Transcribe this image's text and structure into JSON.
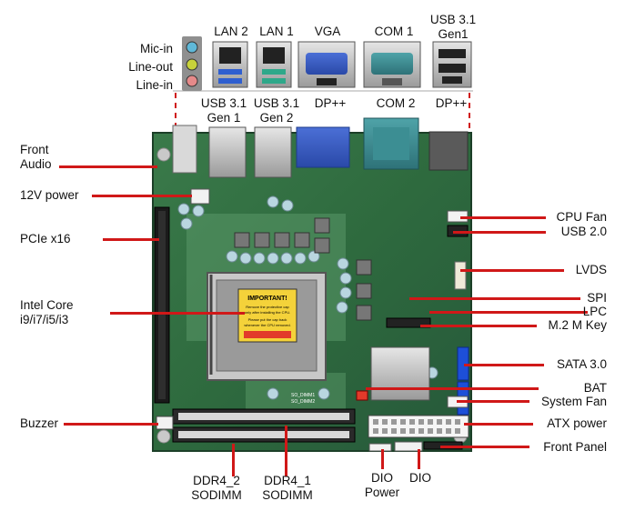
{
  "labels": {
    "mic_in": "Mic-in",
    "line_out": "Line-out",
    "line_in": "Line-in",
    "lan2": "LAN 2",
    "lan1": "LAN 1",
    "vga": "VGA",
    "com1": "COM 1",
    "usb31_gen1_top_1": "USB 3.1",
    "usb31_gen1_top_2": "Gen1",
    "usb31_gen1_1": "USB 3.1",
    "usb31_gen1_2": "Gen 1",
    "usb31_gen2_1": "USB 3.1",
    "usb31_gen2_2": "Gen 2",
    "dp_left": "DP++",
    "com2": "COM 2",
    "dp_right": "DP++",
    "front_audio_1": "Front",
    "front_audio_2": "Audio",
    "power_12v": "12V power",
    "pcie_x16": "PCIe x16",
    "intel_core_1": "Intel Core",
    "intel_core_2": "i9/i7/i5/i3",
    "buzzer": "Buzzer",
    "ddr4_2_1": "DDR4_2",
    "ddr4_2_2": "SODIMM",
    "ddr4_1_1": "DDR4_1",
    "ddr4_1_2": "SODIMM",
    "dio_power_1": "DIO",
    "dio_power_2": "Power",
    "dio": "DIO",
    "cpu_fan": "CPU Fan",
    "usb20": "USB 2.0",
    "lvds": "LVDS",
    "spi": "SPI",
    "lpc": "LPC",
    "m2": "M.2 M Key",
    "sata": "SATA 3.0",
    "bat": "BAT",
    "system_fan": "System Fan",
    "atx_power": "ATX power",
    "front_panel": "Front Panel"
  },
  "board_text": {
    "important": "IMPORTANT!",
    "socket_note_1": "Remove the protective cap",
    "socket_note_2": "only after installing the CPU.",
    "socket_note_3": "Please put the cap back",
    "socket_note_4": "whenever the CPU removed.",
    "slot_1": "SO_DIMM1",
    "slot_2": "SO_DIMM2"
  },
  "colors": {
    "leader": "#d01818",
    "pcb": "#2f6b3f",
    "pcb_light": "#6fa57a"
  }
}
